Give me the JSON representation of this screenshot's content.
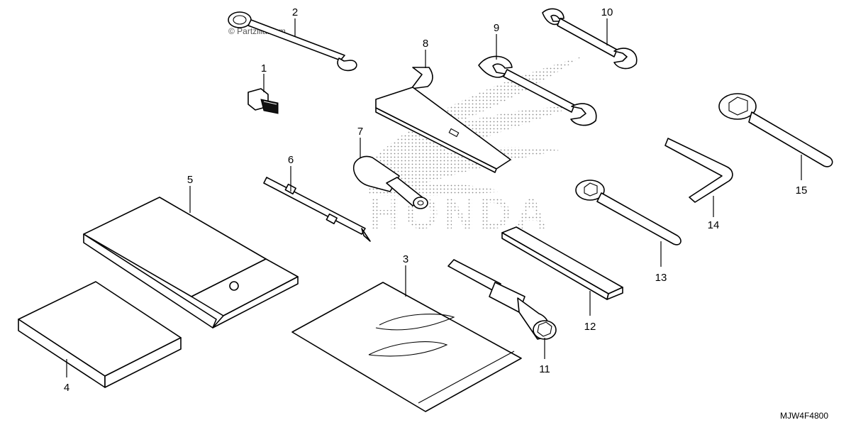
{
  "watermark": "© Partzilla.com",
  "background_brand": "HONDA",
  "diagram_code": "MJW4F4800",
  "parts": [
    {
      "number": "1"
    },
    {
      "number": "2"
    },
    {
      "number": "3"
    },
    {
      "number": "4"
    },
    {
      "number": "5"
    },
    {
      "number": "6"
    },
    {
      "number": "7"
    },
    {
      "number": "8"
    },
    {
      "number": "9"
    },
    {
      "number": "10"
    },
    {
      "number": "11"
    },
    {
      "number": "12"
    },
    {
      "number": "13"
    },
    {
      "number": "14"
    },
    {
      "number": "15"
    }
  ]
}
